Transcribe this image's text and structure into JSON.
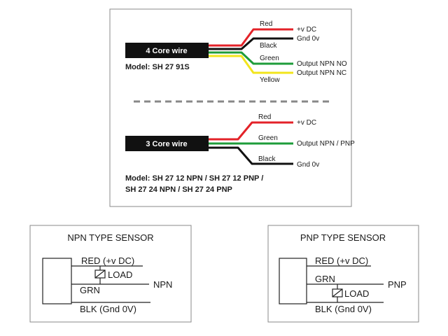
{
  "colors": {
    "red": "#e32228",
    "black": "#111111",
    "green": "#1e9c3a",
    "yellow": "#f2e51c",
    "cable": "#111111",
    "panel_border": "#8a8a8a",
    "dash": "#888888"
  },
  "top_panel": {
    "four_core": {
      "cable_label": "4 Core wire",
      "model": "Model: SH 27 91S",
      "wires": [
        {
          "color_label": "Red",
          "output": "+v DC"
        },
        {
          "color_label": "Black",
          "output": "Gnd 0v"
        },
        {
          "color_label": "Green",
          "output": "Output NPN NO"
        },
        {
          "color_label": "Yellow",
          "output": "Output NPN NC"
        }
      ]
    },
    "three_core": {
      "cable_label": "3 Core wire",
      "model_line1": "Model: SH 27 12 NPN / SH 27 12 PNP /",
      "model_line2": "SH 27 24 NPN / SH 27 24 PNP",
      "wires": [
        {
          "color_label": "Red",
          "output": "+v DC"
        },
        {
          "color_label": "Green",
          "output": "Output NPN / PNP"
        },
        {
          "color_label": "Black",
          "output": "Gnd 0v"
        }
      ]
    }
  },
  "npn_sensor": {
    "title": "NPN TYPE SENSOR",
    "red": "RED (+v DC)",
    "load": "LOAD",
    "grn": "GRN",
    "blk": "BLK (Gnd  0V)",
    "output": "NPN"
  },
  "pnp_sensor": {
    "title": "PNP TYPE SENSOR",
    "red": "RED (+v DC)",
    "grn": "GRN",
    "load": "LOAD",
    "blk": "BLK (Gnd  0V)",
    "output": "PNP"
  }
}
